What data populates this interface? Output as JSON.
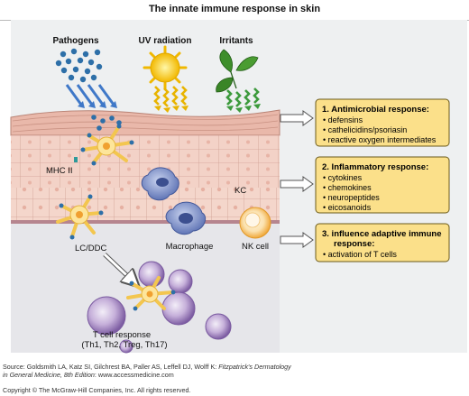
{
  "title": "The innate immune response in skin",
  "headings": {
    "pathogens": "Pathogens",
    "uv": "UV radiation",
    "irritants": "Irritants"
  },
  "labels": {
    "mhc": "MHC II",
    "kc": "KC",
    "lc": "LC/DDC",
    "macrophage": "Macrophage",
    "nk": "NK cell",
    "tcell_line1": "T cell response",
    "tcell_line2": "(Th1, Th2, Treg, Th17)"
  },
  "boxes": [
    {
      "title_line1": "1. Antimicrobial response:",
      "title_line2": "",
      "items": [
        "defensins",
        "cathelicidins/psoriasin",
        "reactive oxygen intermediates"
      ]
    },
    {
      "title_line1": "2. Inflammatory response:",
      "title_line2": "",
      "items": [
        "cytokines",
        "chemokines",
        "neuropeptides",
        "eicosanoids"
      ]
    },
    {
      "title_line1": "3. influence adaptive immune",
      "title_line2": "response:",
      "items": [
        "activation of T cells"
      ]
    }
  ],
  "source": {
    "line1_prefix": "Source: Goldsmith LA, Katz SI, Gilchrest BA, Paller AS, Leffell DJ, Wolff K: ",
    "line1_italic": "Fitzpatrick's Dermatology",
    "line2_italic": "in General Medicine, 8th Edition",
    "line2_rest": ": www.accessmedicine.com",
    "copyright": "Copyright © The McGraw-Hill Companies, Inc. All rights reserved."
  },
  "colors": {
    "box_fill": "#fbe08a",
    "box_border": "#6b5a1a",
    "skin": "#f2cfc4",
    "skin_line": "#c99c90",
    "pathogen": "#2d6fa8",
    "sun": "#f5c400",
    "leaf": "#3e8e2b",
    "arrow_blue": "#3f78c8",
    "arrow_yellow": "#e8b400",
    "arrow_green": "#3c9a3c",
    "tcell": "#9a7bb8",
    "macrophage": "#7b8fc6",
    "nk": "#f6c064"
  }
}
